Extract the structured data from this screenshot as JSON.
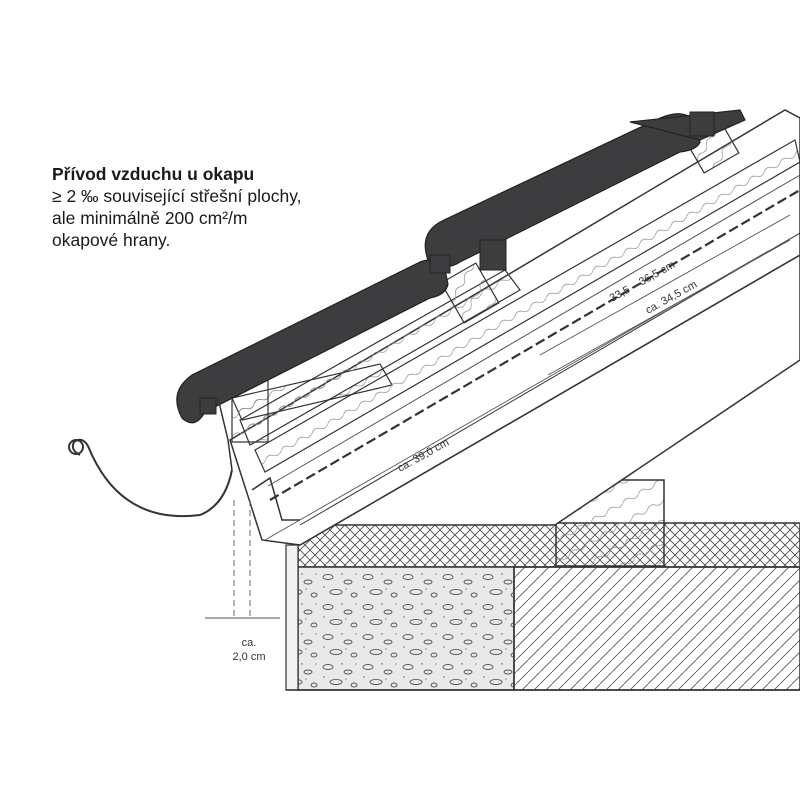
{
  "caption": {
    "title": "Přívod vzduchu u okapu",
    "lines": [
      "≥ 2 ‰ související střešní plochy,",
      "ale minimálně 200 cm²/m",
      "okapové hrany."
    ]
  },
  "dimensions": {
    "batten_spacing": "33,5 – 36,5 cm",
    "batten_spacing_approx": "ca. 34,5 cm",
    "eave_length": "ca. 39,0 cm",
    "gap_label_line1": "ca.",
    "gap_label_line2": "2,0 cm"
  },
  "colors": {
    "tile": "#3d3d3f",
    "line": "#333333",
    "wood": "#ffffff",
    "concrete": "#e8e8e8"
  }
}
